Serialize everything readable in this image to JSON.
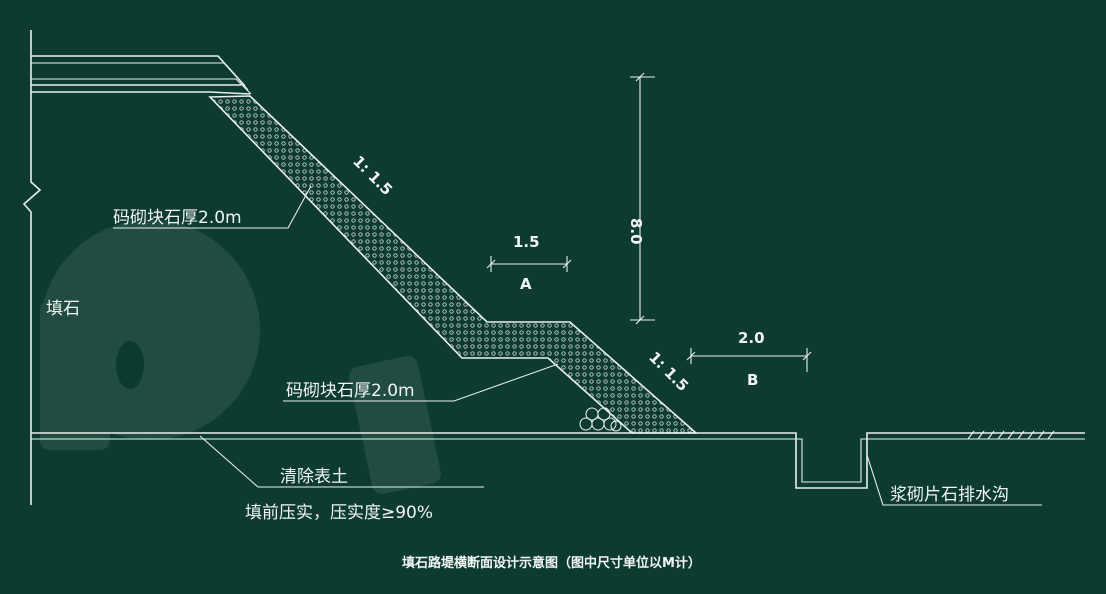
{
  "labels": {
    "fill": "填石",
    "masonry_upper": "码砌块石厚2.0m",
    "masonry_lower": "码砌块石厚2.0m",
    "slope_upper": "1: 1.5",
    "slope_lower": "1: 1.5",
    "berm_width": "1.5",
    "berm_name": "A",
    "height": "8.0",
    "platform_width": "2.0",
    "platform_name": "B",
    "clear_topsoil": "清除表土",
    "compaction": "填前压实，压实度≥90%",
    "ditch": "浆砌片石排水沟",
    "caption": "填石路堤横断面设计示意图（图中尺寸单位以M计）"
  },
  "colors": {
    "background": "#0e3b31",
    "line": "#e9efec",
    "text": "#f2f5f3"
  }
}
